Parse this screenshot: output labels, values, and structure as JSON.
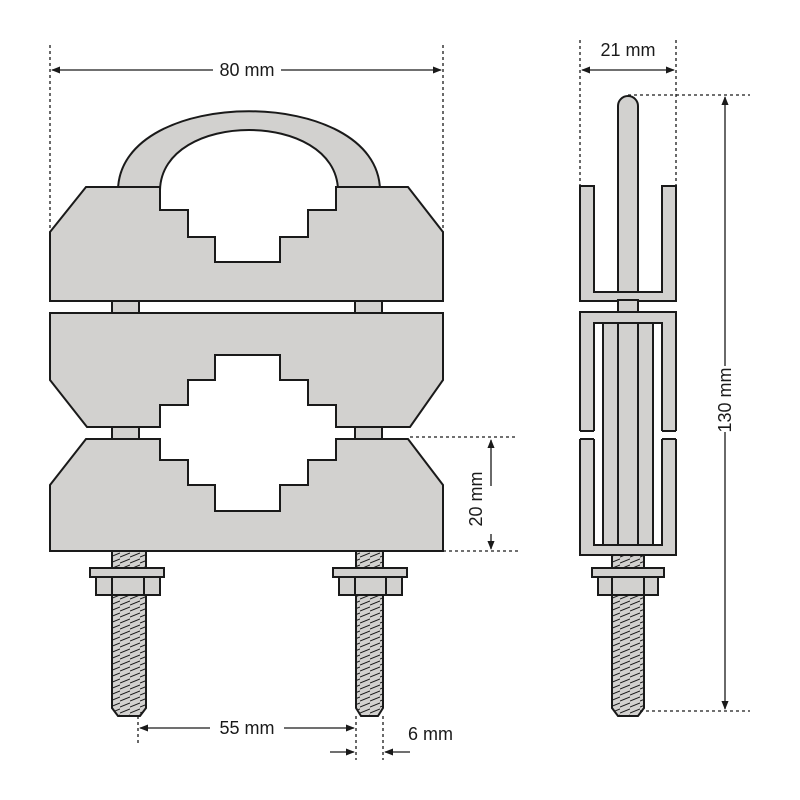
{
  "dimensions": {
    "width_total": "80 mm",
    "bolt_spacing": "55 mm",
    "bolt_diameter": "6 mm",
    "clamp_height": "20 mm",
    "side_width": "21 mm",
    "side_height": "130 mm"
  },
  "colors": {
    "fill": "#d2d1cf",
    "stroke": "#1a1a1a",
    "background": "#ffffff"
  }
}
